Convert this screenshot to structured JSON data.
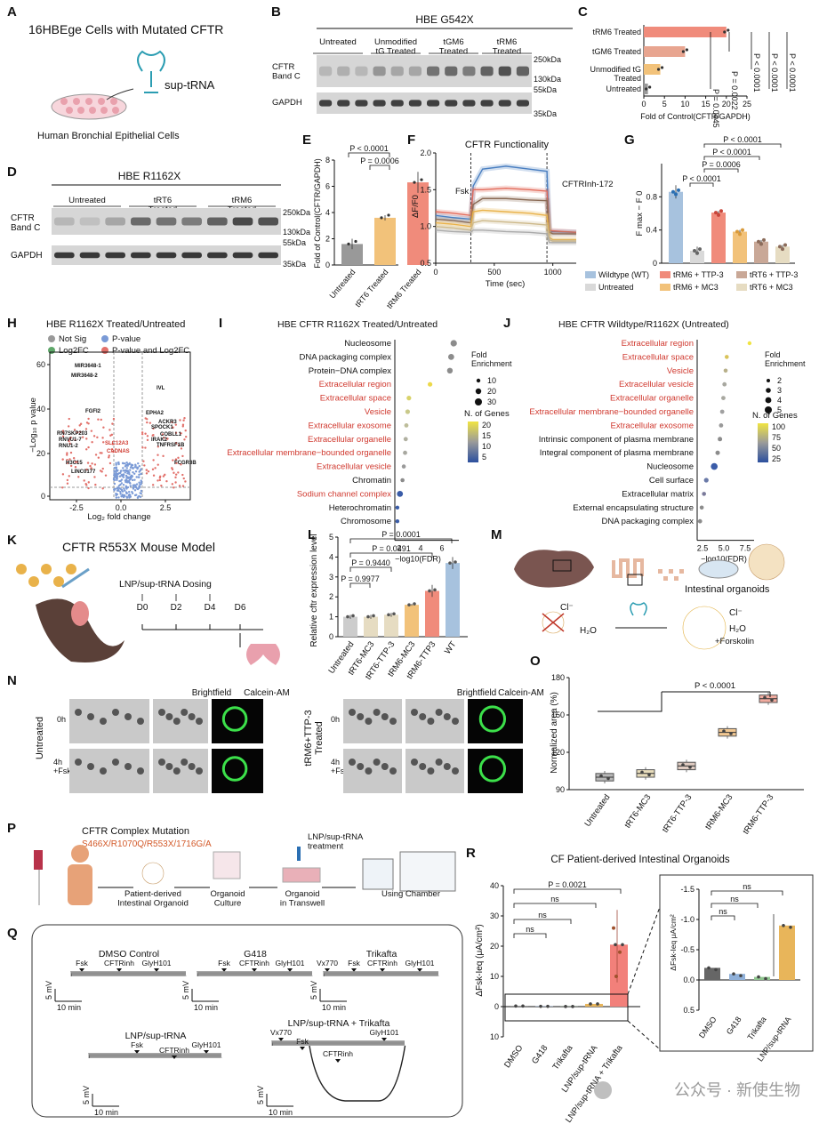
{
  "panels": {
    "A": {
      "letter": "A",
      "title": "16HBEge Cells with Mutated CFTR",
      "label_trna": "sup-tRNA",
      "caption": "Human Bronchial Epithelial Cells"
    },
    "B": {
      "letter": "B",
      "title": "HBE G542X",
      "lanes": [
        "Untreated",
        "Unmodified\ntG Treated",
        "tGM6\nTreated",
        "tRM6\nTreated"
      ],
      "row1": "CFTR\nBand C",
      "row2": "GAPDH",
      "mw1": "250kDa",
      "mw2": "130kDa",
      "mw3": "55kDa",
      "mw4": "35kDa"
    },
    "C": {
      "letter": "C",
      "ylabels": [
        "tRM6 Treated",
        "tGM6 Treated",
        "Unmodified tG\nTreated",
        "Untreated"
      ],
      "xlabel": "Fold of Control(CFTR/GAPDH)",
      "pvals": [
        "P = 0.0445",
        "P = 0.0022",
        "P < 0.0001",
        "P < 0.0001",
        "P < 0.0001"
      ]
    },
    "D": {
      "letter": "D",
      "title": "HBE R1162X",
      "lanes": [
        "Untreated",
        "tRT6\nTreated",
        "tRM6\nTreated"
      ],
      "row1": "CFTR\nBand C",
      "row2": "GAPDH",
      "mw1": "250kDa",
      "mw2": "130kDa",
      "mw3": "55kDa",
      "mw4": "35kDa"
    },
    "E": {
      "letter": "E",
      "ylabel": "Fold of Control(CFTR/GAPDH)",
      "categories": [
        "Untreated",
        "tRT6 Treated",
        "tRM6 Treated"
      ],
      "pvals": [
        "P < 0.0001",
        "P = 0.0006"
      ]
    },
    "F": {
      "letter": "F",
      "title": "CFTR Functionality",
      "ylabel": "ΔF/F0",
      "xlabel": "Time (sec)",
      "ann1": "Fsk",
      "ann2": "CFTRInh-172"
    },
    "G": {
      "letter": "G",
      "ylabel": "F max − F 0",
      "pvals": [
        "P < 0.0001",
        "P < 0.0001",
        "P = 0.0006",
        "P < 0.0001"
      ],
      "legend": [
        "Wildtype (WT)",
        "tRM6 + TTP-3",
        "tRT6 + TTP-3",
        "Untreated",
        "tRM6 + MC3",
        "tRT6 + MC3"
      ]
    },
    "H": {
      "letter": "H",
      "title": "HBE R1162X  Treated/Untreated",
      "legend": [
        "Not Sig",
        "P-value",
        "Log2FC",
        "P-value and Log2FC"
      ],
      "xlabel": "Log₂ fold change",
      "ylabel": "−Log₁₀ p value",
      "genes": [
        "MIR3648-1",
        "MIR3648-2",
        "IVL",
        "FGFI2",
        "EPHA2",
        "ACKR3",
        "SPOCK1",
        "COBLL1",
        "RN7SKP203",
        "IRAK2",
        "RNVU1-7",
        "TNFRSF1B",
        "RNU1-2",
        "SLC12A3",
        "CADNAS",
        "FCGR3B",
        "H3C15",
        "LINC0177"
      ]
    },
    "I": {
      "letter": "I",
      "title": "HBE CFTR R1162X  Treated/Untreated",
      "xlabel": "−log10(FDR)",
      "terms": [
        "Nucleosome",
        "DNA packaging complex",
        "Protein−DNA complex",
        "Extracellular region",
        "Extracellular space",
        "Vesicle",
        "Extracellular exosome",
        "Extracellular organelle",
        "Extracellular membrane−bounded organelle",
        "Extracellular vesicle",
        "Chromatin",
        "Sodium channel complex",
        "Heterochromatin",
        "Chromosome"
      ],
      "legend_size_title": "Fold\nEnrichment",
      "legend_color_title": "N. of Genes"
    },
    "J": {
      "letter": "J",
      "title": "HBE CFTR Wildtype/R1162X (Untreated)",
      "xlabel": "−log10(FDR)",
      "terms": [
        "Extracellular region",
        "Extracellular space",
        "Vesicle",
        "Extracellular vesicle",
        "Extracellular organelle",
        "Extracellular membrane−bounded organelle",
        "Extracellular exosome",
        "Intrinsic component of plasma membrane",
        "Integral component of plasma membrane",
        "Nucleosome",
        "Cell surface",
        "Extracellular matrix",
        "External encapsulating structure",
        "DNA packaging complex"
      ],
      "legend_size_title": "Fold\nEnrichment",
      "legend_color_title": "N. of Genes"
    },
    "K": {
      "letter": "K",
      "title": "CFTR R553X Mouse Model",
      "dosing": "LNP/sup-tRNA Dosing",
      "days": [
        "D0",
        "D2",
        "D4",
        "D6"
      ]
    },
    "L": {
      "letter": "L",
      "ylabel": "Relative cftr expression level",
      "categories": [
        "Untreated",
        "tRT6-MC3",
        "tRT6-TTP-3",
        "tRM6-MC3",
        "tRM6-TTP3",
        "WT"
      ],
      "pvals": [
        "P = 0.0001",
        "P = 0.0491",
        "P = 0.9440",
        "P = 0.9977"
      ]
    },
    "M": {
      "letter": "M",
      "label_org": "Intestinal organoids",
      "fsk": "+Forskolin"
    },
    "N": {
      "letter": "N",
      "cond1": "Untreated",
      "cond2": "tRM6+TTP-3\nTreated",
      "col1": "Brightfield",
      "col2": "Calcein-AM",
      "t0": "0h",
      "t4": "4h\n+Fsk"
    },
    "O": {
      "letter": "O",
      "ylabel": "Normalized area (%)",
      "categories": [
        "Untreated",
        "tRT6-MC3",
        "tRT6-TTP-3",
        "tRM6-MC3",
        "tRM6-TTP-3"
      ],
      "pval": "P < 0.0001"
    },
    "P": {
      "letter": "P",
      "title": "CFTR Complex Mutation",
      "mutation": "S466X/R1070Q/R553X/1716G/A",
      "step1": "Patient-derived\nIntestinal Organoid",
      "step2": "Organoid\nCulture",
      "step3": "Organoid\nin Transwell",
      "step4": "Using Chamber",
      "treat": "LNP/sup-tRNA\ntreatment"
    },
    "Q": {
      "letter": "Q",
      "traces": [
        "DMSO Control",
        "G418",
        "Trikafta",
        "LNP/sup-tRNA",
        "LNP/sup-tRNA + Trikafta"
      ],
      "scale": "5 mV",
      "time": "10 min"
    },
    "R": {
      "letter": "R",
      "title": "CF Patient-derived Intestinal Organoids",
      "ylabel": "ΔFsk-Ieq (μA/cm²)",
      "categories": [
        "DMSO",
        "G418",
        "Trikafta",
        "LNP/sup-tRNA",
        "LNP/sup-tRNA + Trikafta"
      ],
      "pvals": [
        "P = 0.0021",
        "ns",
        "ns",
        "ns"
      ],
      "inset_ylabel": "ΔFsk-Ieq μA/cm²",
      "inset_categories": [
        "DMSO",
        "G418",
        "Trikafta",
        "LNP/sup-tRNA"
      ]
    }
  },
  "watermark": "公众号 · 新使生物",
  "chart_data": [
    {
      "type": "bar",
      "panel": "C",
      "orientation": "horizontal",
      "categories": [
        "tRM6 Treated",
        "tGM6 Treated",
        "Unmodified tG Treated",
        "Untreated"
      ],
      "values": [
        20,
        10,
        4,
        1
      ],
      "xlim": [
        0,
        25
      ],
      "xticks": [
        0,
        5,
        10,
        15,
        20,
        25
      ],
      "xlabel": "Fold of Control(CFTR/GAPDH)",
      "colors": [
        "#f08b7b",
        "#e8a590",
        "#f2c27a",
        "#999999"
      ]
    },
    {
      "type": "bar",
      "panel": "E",
      "categories": [
        "Untreated",
        "tRT6 Treated",
        "tRM6 Treated"
      ],
      "values": [
        1.6,
        3.6,
        6.3
      ],
      "errors": [
        0.4,
        0.2,
        0.8
      ],
      "ylim": [
        0,
        8
      ],
      "yticks": [
        0,
        2,
        4,
        6,
        8
      ],
      "ylabel": "Fold of Control(CFTR/GAPDH)",
      "colors": [
        "#999999",
        "#f2c27a",
        "#f08b7b"
      ]
    },
    {
      "type": "line",
      "panel": "F",
      "xlim": [
        0,
        1200
      ],
      "ylim": [
        0.5,
        2.0
      ],
      "xticks": [
        0,
        500,
        1000
      ],
      "yticks": [
        0.5,
        1.0,
        1.5,
        2.0
      ],
      "xlabel": "Time (sec)",
      "ylabel": "ΔF/F0",
      "series": [
        {
          "name": "Wildtype (WT)",
          "color": "#4a7fc1",
          "x": [
            0,
            150,
            300,
            320,
            400,
            600,
            800,
            950,
            970,
            1000,
            1200
          ],
          "y": [
            1.15,
            1.12,
            1.1,
            1.55,
            1.78,
            1.82,
            1.78,
            1.75,
            0.92,
            0.93,
            0.92
          ]
        },
        {
          "name": "tRM6 + TTP-3",
          "color": "#e26b5b",
          "x": [
            0,
            150,
            300,
            320,
            400,
            600,
            800,
            950,
            970,
            1000,
            1200
          ],
          "y": [
            1.2,
            1.18,
            1.15,
            1.5,
            1.5,
            1.52,
            1.5,
            1.48,
            0.95,
            0.94,
            0.92
          ]
        },
        {
          "name": "tRT6 + TTP-3",
          "color": "#8a6a55",
          "x": [
            0,
            150,
            300,
            320,
            400,
            600,
            800,
            950,
            970,
            1000,
            1200
          ],
          "y": [
            1.1,
            1.08,
            1.05,
            1.3,
            1.38,
            1.38,
            1.36,
            1.35,
            0.92,
            0.9,
            0.9
          ]
        },
        {
          "name": "tRM6 + MC3",
          "color": "#e9b24a",
          "x": [
            0,
            150,
            300,
            320,
            400,
            600,
            800,
            950,
            970,
            1000,
            1200
          ],
          "y": [
            1.05,
            1.03,
            1.0,
            1.2,
            1.22,
            1.2,
            1.18,
            1.15,
            0.85,
            0.82,
            0.82
          ]
        },
        {
          "name": "tRT6 + MC3",
          "color": "#cdb98a",
          "x": [
            0,
            150,
            300,
            320,
            400,
            600,
            800,
            950,
            970,
            1000,
            1200
          ],
          "y": [
            1.0,
            0.98,
            0.95,
            1.05,
            1.08,
            1.06,
            1.04,
            1.02,
            0.82,
            0.8,
            0.8
          ]
        },
        {
          "name": "Untreated",
          "color": "#aaaaaa",
          "x": [
            0,
            150,
            300,
            320,
            400,
            600,
            800,
            950,
            970,
            1000,
            1200
          ],
          "y": [
            0.95,
            0.93,
            0.92,
            0.95,
            0.95,
            0.93,
            0.92,
            0.9,
            0.78,
            0.78,
            0.78
          ]
        }
      ]
    },
    {
      "type": "bar",
      "panel": "G",
      "categories": [
        "Wildtype (WT)",
        "Untreated",
        "tRM6 + TTP-3",
        "tRM6 + MC3",
        "tRT6 + TTP-3",
        "tRT6 + MC3"
      ],
      "values": [
        0.86,
        0.15,
        0.61,
        0.38,
        0.26,
        0.2
      ],
      "errors": [
        0.08,
        0.05,
        0.02,
        0.02,
        0.02,
        0.02
      ],
      "ylim": [
        0,
        1.2
      ],
      "yticks": [
        0,
        0.4,
        0.8
      ],
      "colors": [
        "#a7c2de",
        "#d9d9d9",
        "#f08b7b",
        "#f2c27a",
        "#c9a897",
        "#e6dcc2"
      ]
    },
    {
      "type": "bar",
      "panel": "L",
      "categories": [
        "Untreated",
        "tRT6-MC3",
        "tRT6-TTP-3",
        "tRM6-MC3",
        "tRM6-TTP3",
        "WT"
      ],
      "values": [
        1.0,
        1.0,
        1.1,
        1.6,
        2.3,
        3.7
      ],
      "errors": [
        0.1,
        0.1,
        0.1,
        0.05,
        0.3,
        0.3
      ],
      "ylim": [
        0,
        5
      ],
      "yticks": [
        0,
        1,
        2,
        3,
        4,
        5
      ],
      "colors": [
        "#cccccc",
        "#e6dcc2",
        "#e6dcc2",
        "#f2c27a",
        "#f08b7b",
        "#a7c2de"
      ]
    },
    {
      "type": "box",
      "panel": "O",
      "categories": [
        "Untreated",
        "tRT6-MC3",
        "tRT6-TTP-3",
        "tRM6-MC3",
        "tRM6-TTP-3"
      ],
      "medians": [
        100,
        103,
        109,
        136,
        163
      ],
      "ylim": [
        90,
        180
      ],
      "yticks": [
        90,
        120,
        150,
        180
      ],
      "colors": [
        "#888888",
        "#d8c68f",
        "#c9a897",
        "#e9a44a",
        "#e8735f"
      ]
    },
    {
      "type": "bar",
      "panel": "R",
      "categories": [
        "DMSO",
        "G418",
        "Trikafta",
        "LNP/sup-tRNA",
        "LNP/sup-tRNA + Trikafta"
      ],
      "values": [
        0.2,
        0.1,
        0.05,
        0.9,
        20.5
      ],
      "ylim": [
        -10,
        40
      ],
      "yticks": [
        40,
        30,
        20,
        10,
        0,
        10
      ],
      "colors": [
        "#666666",
        "#8fb0d9",
        "#8fc58f",
        "#e8b55a",
        "#f2807a"
      ]
    }
  ]
}
